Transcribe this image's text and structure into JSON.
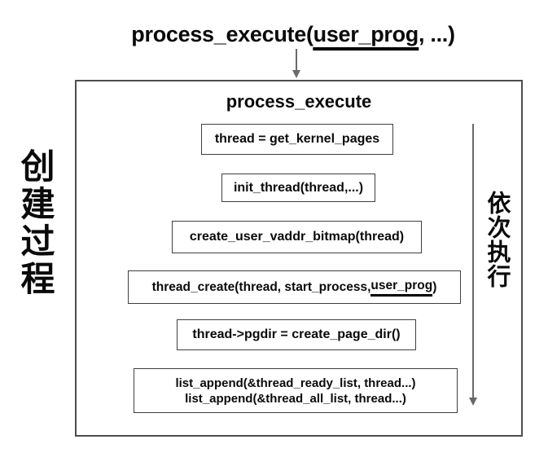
{
  "title": {
    "prefix": "process_execute(",
    "underlined_arg": "user_prog",
    "suffix": ", ...)"
  },
  "left_label": {
    "text": "创建过程"
  },
  "right_label": {
    "text": "依次执行"
  },
  "main_box": {
    "heading": "process_execute",
    "steps": [
      {
        "text": "thread = get_kernel_pages"
      },
      {
        "text": "init_thread(thread,...)"
      },
      {
        "text": "create_user_vaddr_bitmap(thread)"
      },
      {
        "prefix": "thread_create(thread, start_process, ",
        "underlined": "user_prog",
        "suffix": ")"
      },
      {
        "text": "thread->pgdir = create_page_dir()"
      },
      {
        "line1": "list_append(&thread_ready_list, thread...)",
        "line2": "list_append(&thread_all_list, thread...)"
      }
    ]
  },
  "colors": {
    "background": "#ffffff",
    "text": "#0a0a0a",
    "box_border": "#3f3f3f",
    "outer_box_border": "#4d4d4d",
    "arrow": "#696969",
    "underline": "#000000"
  }
}
